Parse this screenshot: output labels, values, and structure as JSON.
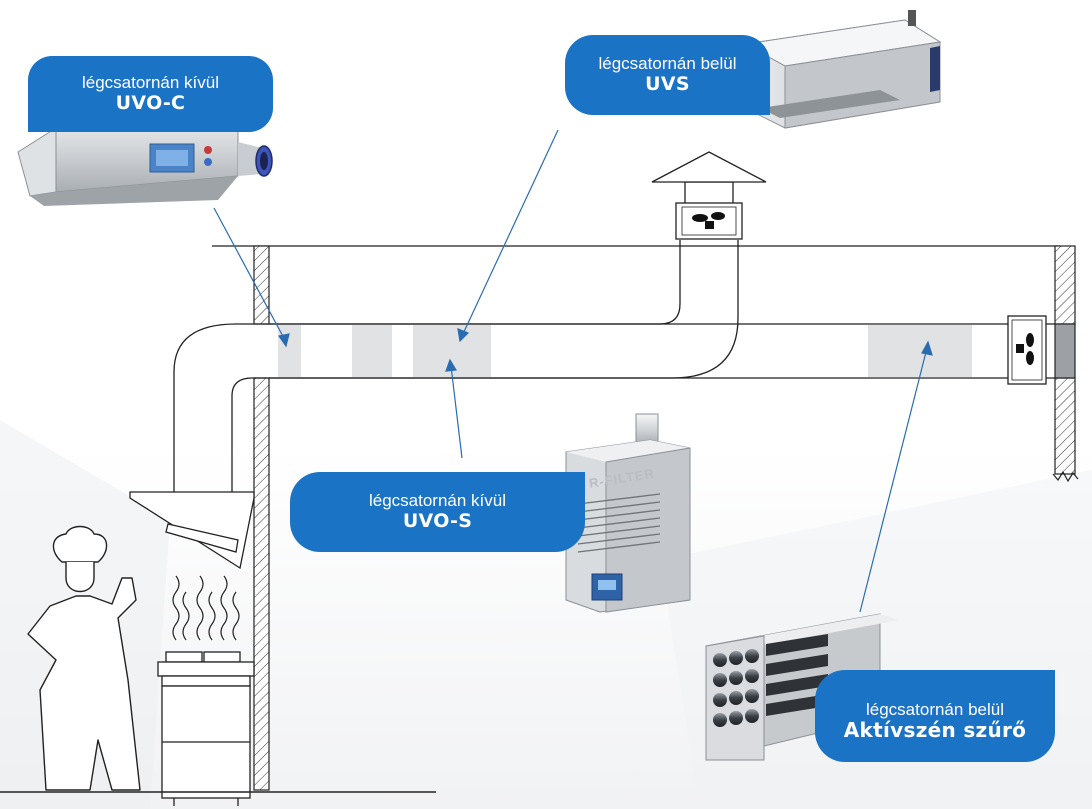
{
  "callouts": {
    "uvo_c": {
      "sub": "légcsatornán kívül",
      "main": "UVO-C"
    },
    "uvs": {
      "sub": "légcsatornán belül",
      "main": "UVS"
    },
    "uvo_s": {
      "sub": "légcsatornán kívül",
      "main": "UVO-S"
    },
    "aktivszen": {
      "sub": "légcsatornán belül",
      "main": "Aktívszén szűrő"
    }
  },
  "device_brand": "R-FILTER",
  "colors": {
    "callout_blue": "#1a73c4",
    "pointer_line": "#2b6cb0",
    "filter_section": "#e1e2e4",
    "outline": "#222222"
  }
}
